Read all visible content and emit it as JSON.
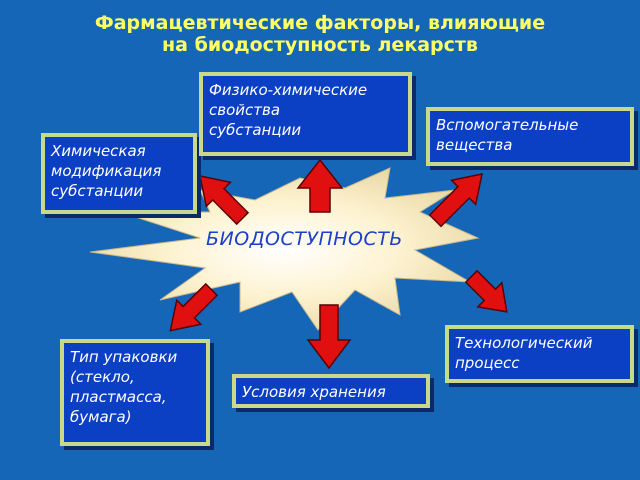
{
  "title": {
    "line1": "Фармацевтические факторы, влияющие",
    "line2": "на биодоступность лекарств"
  },
  "center": {
    "label": "БИОДОСТУПНОСТЬ"
  },
  "factors": {
    "chemical": "Химическая\nмодификация\nсубстанции",
    "physchem": "Физико-химические\nсвойства\nсубстанции",
    "auxiliary": "Вспомогательные\nвещества",
    "packaging": "Тип упаковки\n(стекло,\nпластмасса,\nбумага)",
    "storage": "Условия хранения",
    "technology": "Технологический\nпроцесс"
  },
  "colors": {
    "background": "#1566b7",
    "box_fill": "#0b3fc4",
    "box_border": "#c9d98c",
    "title_text": "#ffff66",
    "burst_fill": "#fdf2cf",
    "arrow_fill": "#e01010"
  }
}
